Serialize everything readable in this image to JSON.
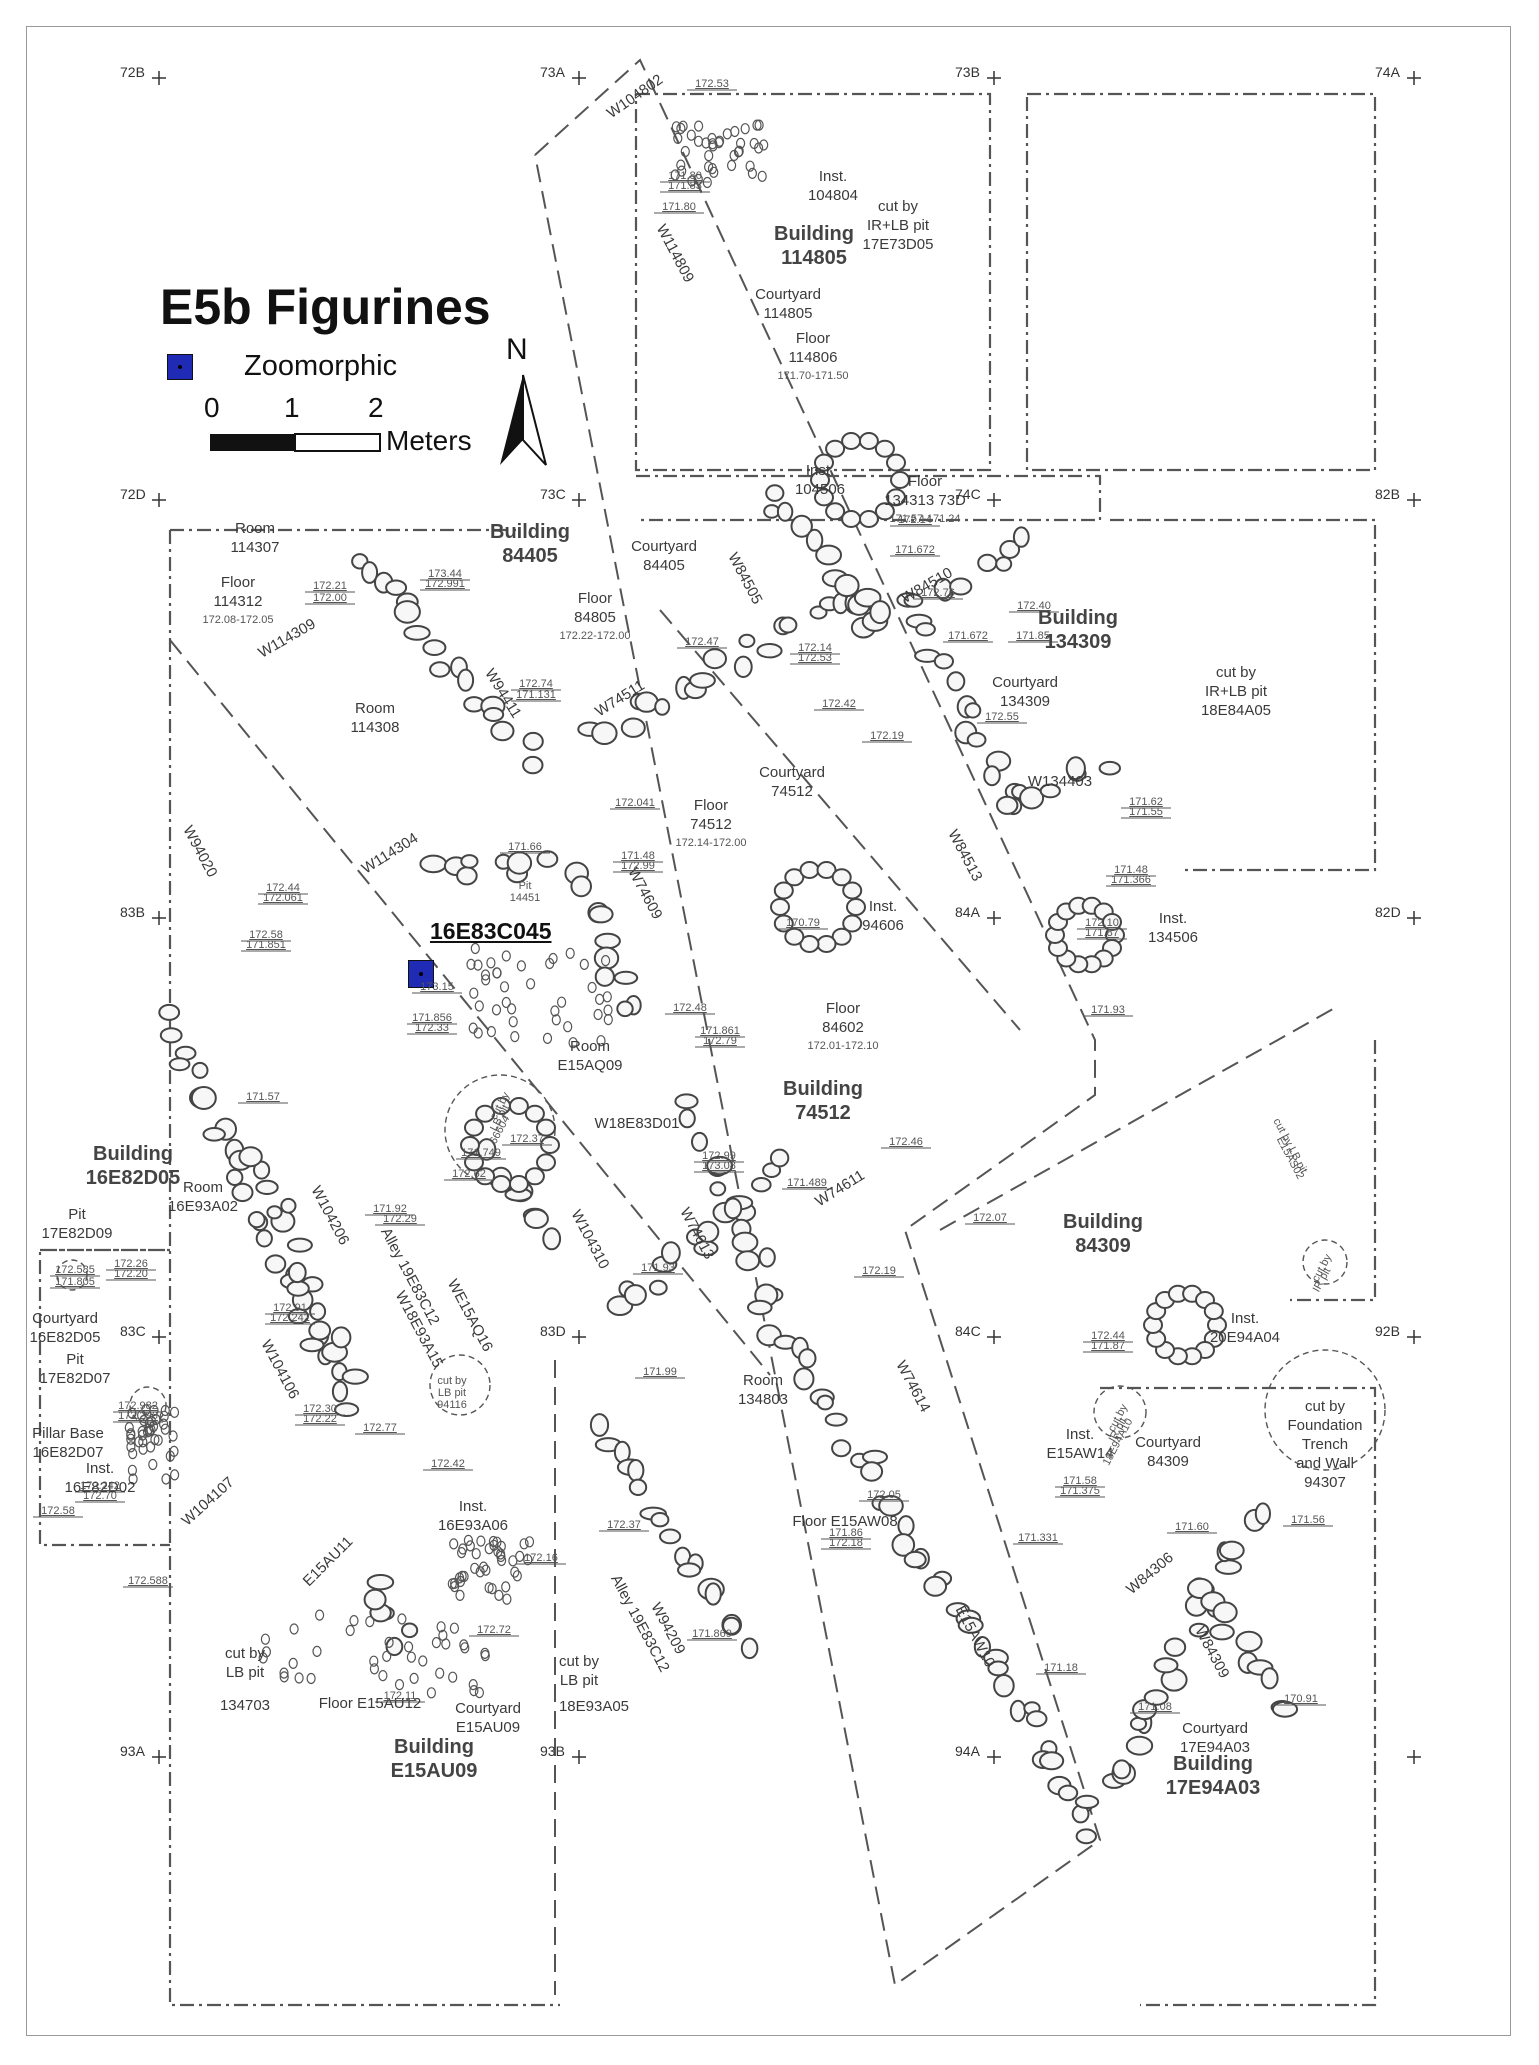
{
  "legend": {
    "title": "E5b Figurines",
    "zoomorphic_label": "Zoomorphic",
    "zoomorphic_color": "#1f2bb4",
    "scale_ticks": [
      "0",
      "1",
      "2"
    ],
    "scale_unit": "Meters",
    "north": "N"
  },
  "find": {
    "label": "16E83C045",
    "category": "Zoomorphic"
  },
  "grid_labels": [
    "72B",
    "73A",
    "73B",
    "74A",
    "72D",
    "73C",
    "74C",
    "82B",
    "83B",
    "84A",
    "82D",
    "83C",
    "83D",
    "84C",
    "92B",
    "93A",
    "93B",
    "94A"
  ],
  "buildings": [
    {
      "name": "Building",
      "id": "114805"
    },
    {
      "name": "Building",
      "id": "84405"
    },
    {
      "name": "Building",
      "id": "134309"
    },
    {
      "name": "Building",
      "id": "74512"
    },
    {
      "name": "Building",
      "id": "16E82D05"
    },
    {
      "name": "Building",
      "id": "84309"
    },
    {
      "name": "Building",
      "id": "E15AU09"
    },
    {
      "name": "Building",
      "id": "17E94A03"
    }
  ],
  "labels": [
    {
      "lines": [
        "Inst.",
        "104804"
      ]
    },
    {
      "lines": [
        "cut by",
        "IR+LB pit",
        "17E73D05"
      ]
    },
    {
      "lines": [
        "Courtyard",
        "114805"
      ]
    },
    {
      "lines": [
        "Floor",
        "114806"
      ],
      "sub": "171.70-171.50"
    },
    {
      "lines": [
        "Inst.",
        "104506"
      ]
    },
    {
      "lines": [
        "Floor",
        "134313 73D"
      ],
      "sub": "171.57-171.24"
    },
    {
      "lines": [
        "Room",
        "114307"
      ]
    },
    {
      "lines": [
        "Floor",
        "114312"
      ],
      "sub": "172.08-172.05"
    },
    {
      "lines": [
        "Courtyard",
        "84405"
      ]
    },
    {
      "lines": [
        "Floor",
        "84805"
      ],
      "sub": "172.22-172.00"
    },
    {
      "lines": [
        "Courtyard",
        "134309"
      ]
    },
    {
      "lines": [
        "cut by",
        "IR+LB pit",
        "18E84A05"
      ]
    },
    {
      "lines": [
        "Room",
        "114308"
      ]
    },
    {
      "lines": [
        "Courtyard",
        "74512"
      ]
    },
    {
      "lines": [
        "Floor",
        "74512"
      ],
      "sub": "172.14-172.00"
    },
    {
      "lines": [
        "Inst.",
        "94606"
      ]
    },
    {
      "lines": [
        "Inst.",
        "134506"
      ]
    },
    {
      "lines": [
        "Floor",
        "84602"
      ],
      "sub": "172.01-172.10"
    },
    {
      "lines": [
        "Room",
        "E15AQ09"
      ]
    },
    {
      "lines": [
        "Room",
        "16E93A02"
      ]
    },
    {
      "lines": [
        "Pit",
        "17E82D09"
      ]
    },
    {
      "lines": [
        "Courtyard",
        "16E82D05"
      ]
    },
    {
      "lines": [
        "Pit",
        "17E82D07"
      ]
    },
    {
      "lines": [
        "Pillar Base",
        "16E82D07"
      ]
    },
    {
      "lines": [
        "Inst.",
        "16E82D02"
      ]
    },
    {
      "lines": [
        "Inst.",
        "16E93A06"
      ]
    },
    {
      "lines": [
        "Room",
        "134803"
      ]
    },
    {
      "lines": [
        "Floor E15AW08"
      ]
    },
    {
      "lines": [
        "Inst.",
        "E15AW14"
      ]
    },
    {
      "lines": [
        "Inst.",
        "20E94A04"
      ]
    },
    {
      "lines": [
        "Courtyard",
        "84309"
      ]
    },
    {
      "lines": [
        "cut by",
        "Foundation",
        "Trench",
        "and Wall",
        "94307"
      ]
    },
    {
      "lines": [
        "cut by",
        "LB pit"
      ]
    },
    {
      "lines": [
        "134703"
      ]
    },
    {
      "lines": [
        "Floor E15AU12"
      ]
    },
    {
      "lines": [
        "Courtyard",
        "E15AU09"
      ]
    },
    {
      "lines": [
        "cut by",
        "LB pit"
      ]
    },
    {
      "lines": [
        "18E93A05"
      ]
    },
    {
      "lines": [
        "Courtyard",
        "17E94A03"
      ]
    }
  ],
  "walls": [
    "W104802",
    "W114809",
    "W114309",
    "W94411",
    "W74511",
    "W84505",
    "W84510",
    "W134403",
    "W84513",
    "W94020",
    "W114304",
    "W74609",
    "W18E83D01",
    "W74611",
    "W74613",
    "W104206",
    "W104106",
    "W104107",
    "WE15AQ16",
    "W18E93A15",
    "W104310",
    "W74614",
    "W94209",
    "E15AW10",
    "W84306",
    "W84309",
    "E15AU11"
  ],
  "alleys": [
    "Alley 19E83C12",
    "Alley 19E83C12"
  ],
  "elevations": [
    "172.53",
    "171.80",
    "171.83",
    "171.80",
    "172.21",
    "172.00",
    "173.44",
    "172.991",
    "172.74",
    "171.131",
    "172.47",
    "172.14",
    "172.53",
    "172.42",
    "172.041",
    "172.55",
    "172.40",
    "172.14",
    "171.672",
    "172.76",
    "171.672",
    "171.85",
    "172.19",
    "171.62",
    "171.55",
    "171.48",
    "171.366",
    "172.10",
    "171.87",
    "171.93",
    "171.66",
    "171.48",
    "172.99",
    "172.44",
    "172.061",
    "172.58",
    "171.851",
    "173.15",
    "171.856",
    "172.33",
    "172.48",
    "171.861",
    "172.79",
    "172.37",
    "171.749",
    "172.62",
    "171.57",
    "172.99",
    "173.08",
    "172.46",
    "171.489",
    "172.07",
    "172.19",
    "171.93",
    "171.92",
    "172.29",
    "172.585",
    "171.805",
    "172.26",
    "172.20",
    "172.91",
    "172.242",
    "172.982",
    "172.296",
    "172.30",
    "172.22",
    "172.77",
    "172.242",
    "172.70",
    "172.58",
    "172.42",
    "172.588",
    "172.16",
    "172.72",
    "172.11",
    "171.99",
    "172.05",
    "172.37",
    "171.86",
    "172.18",
    "171.869",
    "171.331",
    "172.44",
    "171.87",
    "171.58",
    "171.375",
    "171.60",
    "171.56",
    "171.08",
    "170.91",
    "171.18",
    "170.79",
    "171.56",
    "172.47"
  ],
  "cut_pits": [
    {
      "lines": [
        "cut by",
        "LB pit",
        "66604"
      ]
    },
    {
      "lines": [
        "cut by",
        "LB pit",
        "94116"
      ]
    },
    {
      "lines": [
        "cut by LB pit",
        "E15AS02"
      ]
    },
    {
      "lines": [
        "cut by",
        "IR pit"
      ]
    },
    {
      "lines": [
        "cut by",
        "IR pit",
        "18E94A10"
      ]
    }
  ],
  "pit_label": {
    "lines": [
      "Pit",
      "14451"
    ]
  }
}
